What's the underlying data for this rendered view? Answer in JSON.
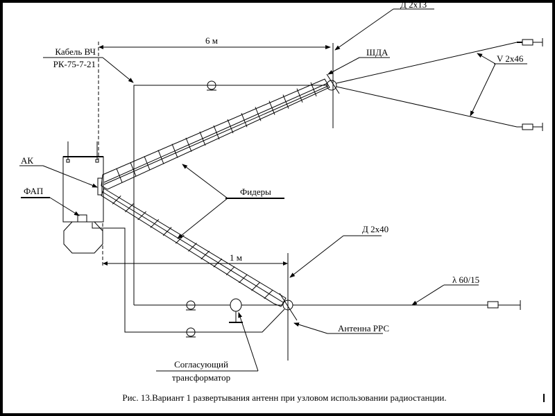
{
  "diagram": {
    "labels": {
      "cable": "Кабель ВЧ",
      "cable_type": "РК-75-7-21",
      "dim_top": "6 м",
      "dipole_top": "Д 2х13",
      "shda": "ШДА",
      "v_antenna": "V 2х46",
      "ak": "АК",
      "fap": "ФАП",
      "feeders": "Фидеры",
      "dim_bottom": "1 м",
      "dipole_bottom": "Д 2х40",
      "lambda": "λ 60/15",
      "rrs_antenna": "Антенна РРС",
      "transformer_1": "Согласующий",
      "transformer_2": "трансформатор"
    },
    "caption": "Рис.  13.Вариант 1 развертывания антенн при узловом использовании радиостанции."
  }
}
